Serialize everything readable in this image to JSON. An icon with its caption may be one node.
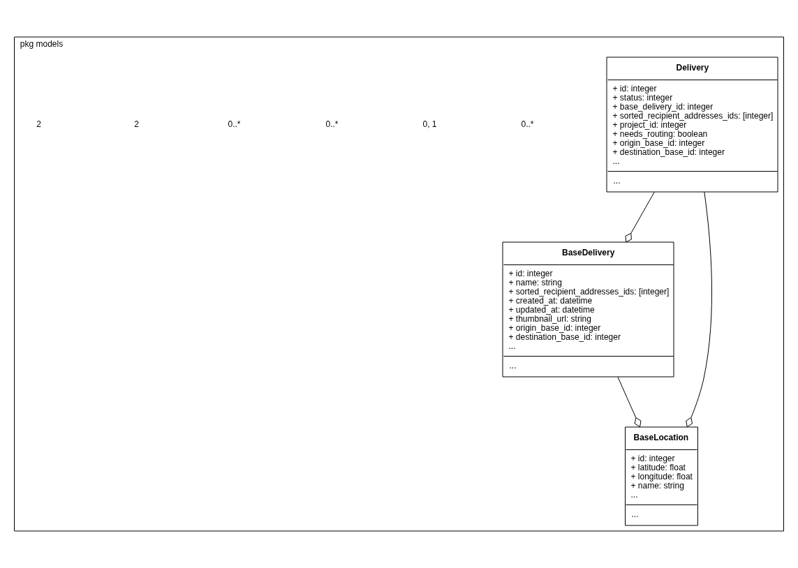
{
  "diagram": {
    "nodes": [
      {
        "text": [
          "pkg models"
        ]
      },
      {
        "text": [
          "Delivery",
          "+ id: integer",
          "+ status: integer",
          "+ base_delivery_id: integer",
          "+ sorted_recipient_addresses_ids: [integer]",
          "+ project_id: integer",
          "+ needs_routing: boolean",
          "+ origin_base_id: integer",
          "+ destination_base_id: integer",
          "...",
          "..."
        ],
        "in": 0
      },
      {
        "text": [
          "BaseDelivery",
          "+ id: integer",
          "+ name: string",
          "+ sorted_recipient_addresses_ids: [integer]",
          "+ created_at: datetime",
          "+ updated_at: datetime",
          "+ thumbnail_url: string",
          "+ origin_base_id: integer",
          "+ destination_base_id: integer",
          "...",
          "..."
        ],
        "in": 0
      },
      {
        "text": [
          "BaseLocation",
          "+ id: integer",
          "+ latitude: float",
          "+ longitude: float",
          "+ name: string",
          "...",
          "..."
        ],
        "in": 0
      }
    ],
    "edges": [
      {
        "from": 1,
        "to": 2,
        "arrow": "other"
      },
      {
        "from": 1,
        "to": 3,
        "arrow": "other"
      },
      {
        "from": 2,
        "to": 3,
        "arrow": "other"
      }
    ],
    "labels": [
      "0..*",
      "0, 1",
      "0..*",
      "0..*",
      "2",
      "2"
    ]
  }
}
